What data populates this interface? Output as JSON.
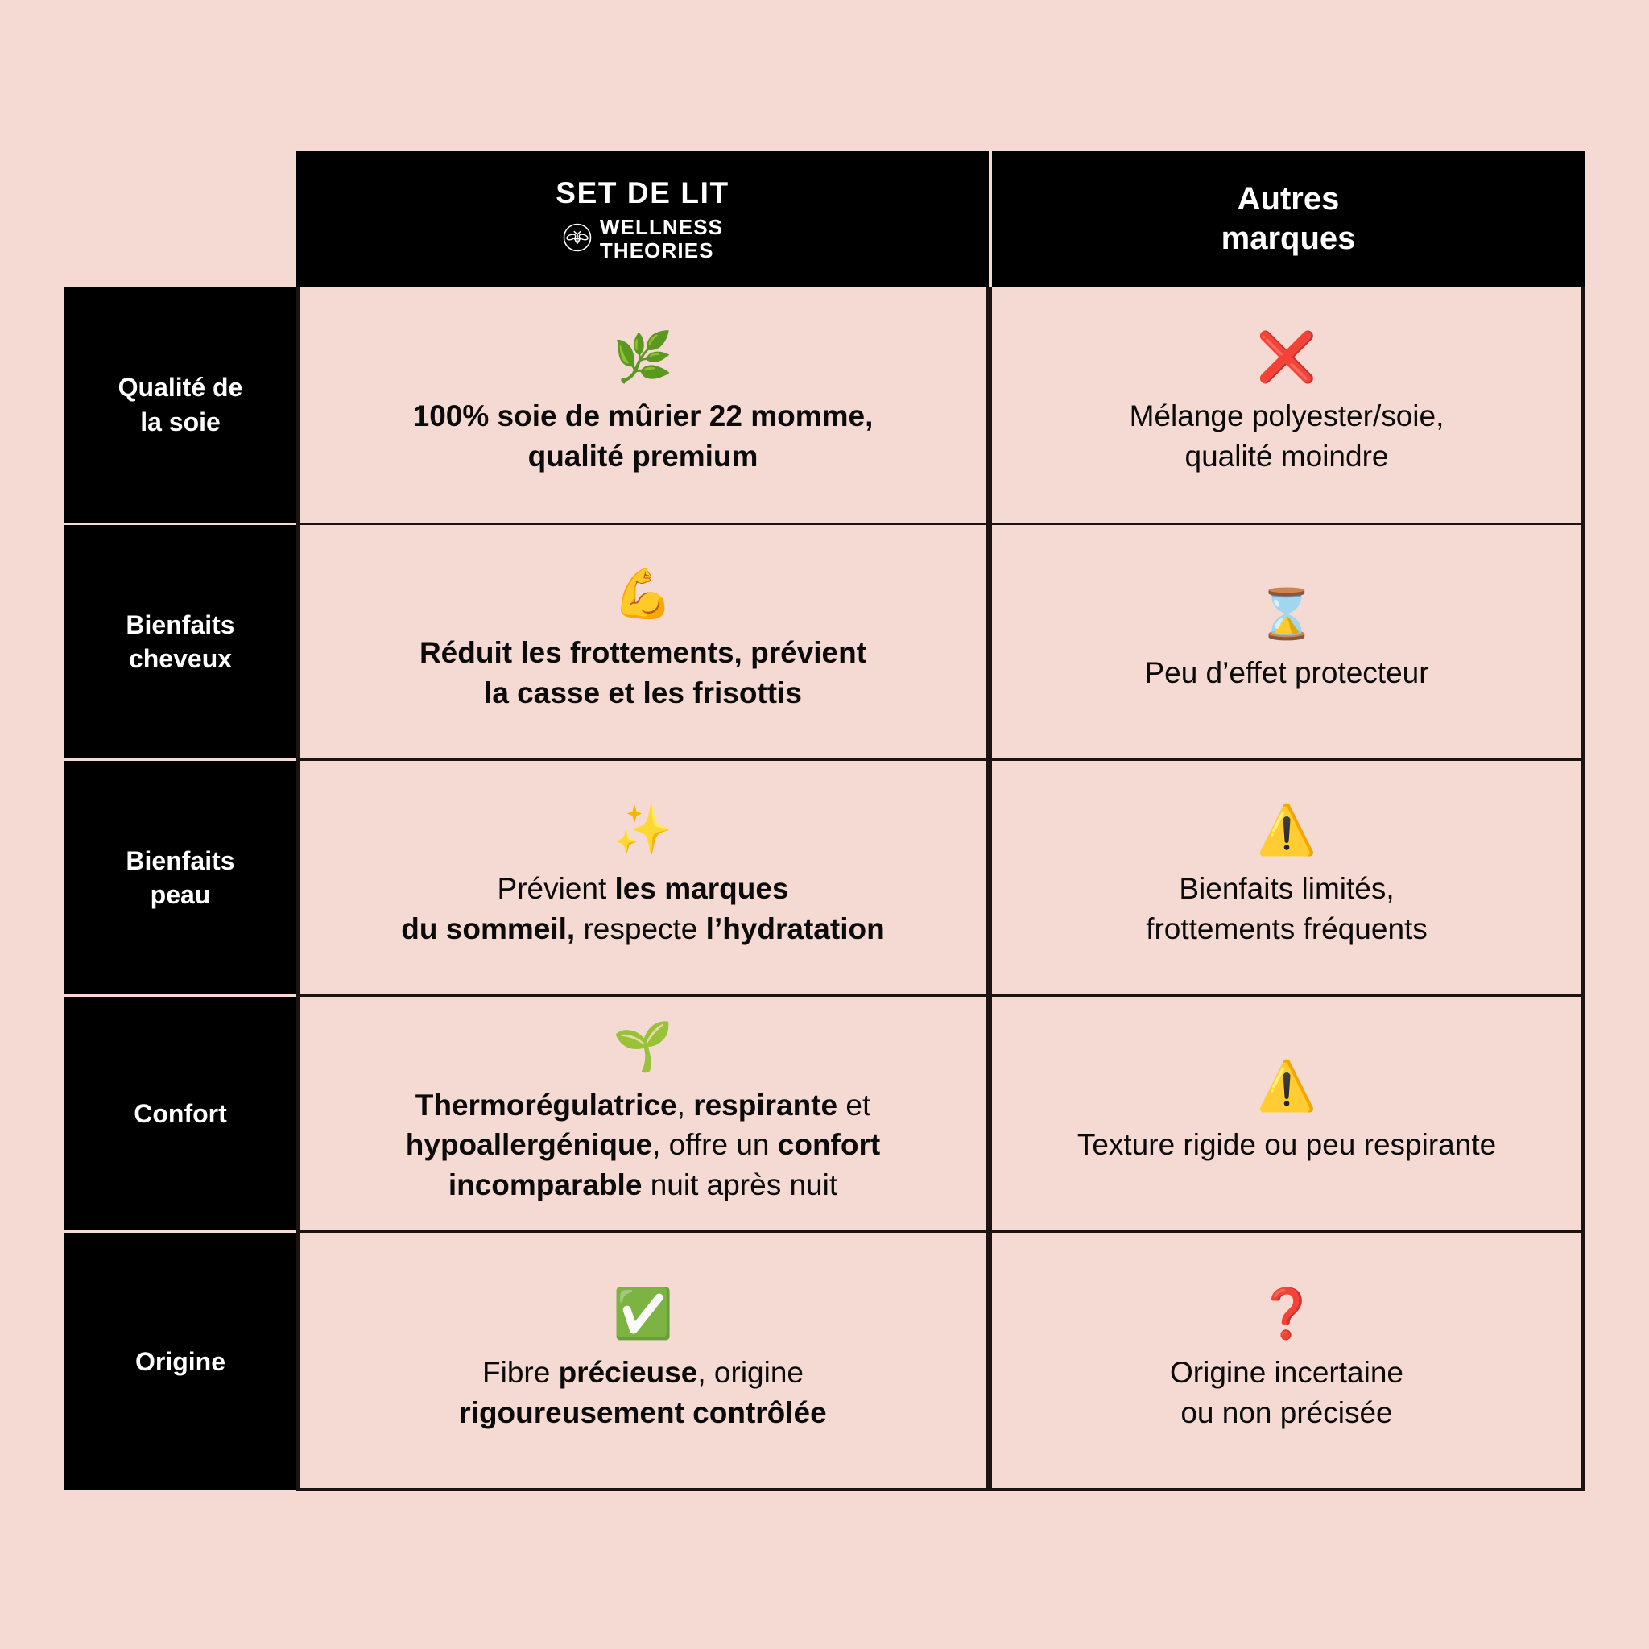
{
  "background_color": "#f5d9d3",
  "ink_color": "#0b0b0b",
  "panel_color": "#000000",
  "header": {
    "brand": {
      "title": "SET DE LIT",
      "logo_icon": "bee-in-circle-icon",
      "name_line_1": "WELLNESS",
      "name_line_2": "THEORIES"
    },
    "other": {
      "line_1": "Autres",
      "line_2": "marques"
    }
  },
  "rows": [
    {
      "label": "Qualité de\nla soie",
      "label_line_1": "Qualité de",
      "label_line_2": "la soie",
      "brand": {
        "icon": "herb-leaf-emoji",
        "icon_glyph": "🌿",
        "line_1": "100% soie de mûrier 22 momme,",
        "line_2": "qualité premium",
        "weight": "bold"
      },
      "other": {
        "icon": "red-cross-mark-emoji",
        "icon_glyph": "❌",
        "line_1": "Mélange polyester/soie,",
        "line_2": "qualité moindre"
      }
    },
    {
      "label_line_1": "Bienfaits",
      "label_line_2": "cheveux",
      "brand": {
        "icon": "flexed-biceps-emoji",
        "icon_glyph": "💪",
        "line_1": "Réduit les frottements, prévient",
        "line_2": "la casse et les frisottis",
        "weight": "bold"
      },
      "other": {
        "icon": "hourglass-emoji",
        "icon_glyph": "⌛",
        "line_1": "Peu d’effet protecteur",
        "line_2": ""
      }
    },
    {
      "label_line_1": "Bienfaits",
      "label_line_2": "peau",
      "brand": {
        "icon": "sparkles-emoji",
        "icon_glyph": "✨",
        "rich_line_1": [
          {
            "t": "Prévient ",
            "b": false
          },
          {
            "t": "les marques",
            "b": true
          }
        ],
        "rich_line_2": [
          {
            "t": "du sommeil,",
            "b": true
          },
          {
            "t": " respecte ",
            "b": false
          },
          {
            "t": "l’hydratation",
            "b": true
          }
        ]
      },
      "other": {
        "icon": "warning-triangle-emoji",
        "icon_glyph": "⚠️",
        "line_1": "Bienfaits limités,",
        "line_2": "frottements fréquents"
      }
    },
    {
      "label_line_1": "Confort",
      "label_line_2": "",
      "brand": {
        "icon": "seedling-emoji",
        "icon_glyph": "🌱",
        "rich_line_1": [
          {
            "t": "Thermorégulatrice",
            "b": true
          },
          {
            "t": ", ",
            "b": false
          },
          {
            "t": "respirante",
            "b": true
          },
          {
            "t": " et",
            "b": false
          }
        ],
        "rich_line_2": [
          {
            "t": "hypoallergénique",
            "b": true
          },
          {
            "t": ", offre un ",
            "b": false
          },
          {
            "t": "confort",
            "b": true
          }
        ],
        "rich_line_3": [
          {
            "t": "incomparable",
            "b": true
          },
          {
            "t": " nuit après nuit",
            "b": false
          }
        ]
      },
      "other": {
        "icon": "warning-triangle-emoji",
        "icon_glyph": "⚠️",
        "line_1": "Texture rigide ou peu respirante",
        "line_2": ""
      }
    },
    {
      "label_line_1": "Origine",
      "label_line_2": "",
      "brand": {
        "icon": "white-check-mark-emoji",
        "icon_glyph": "✅",
        "rich_line_1": [
          {
            "t": "Fibre ",
            "b": false
          },
          {
            "t": "précieuse",
            "b": true
          },
          {
            "t": ", origine",
            "b": false
          }
        ],
        "rich_line_2": [
          {
            "t": "rigoureusement contrôlée",
            "b": true
          }
        ]
      },
      "other": {
        "icon": "red-question-mark-emoji",
        "icon_glyph": "❓",
        "line_1": "Origine incertaine",
        "line_2": "ou non précisée"
      }
    }
  ]
}
